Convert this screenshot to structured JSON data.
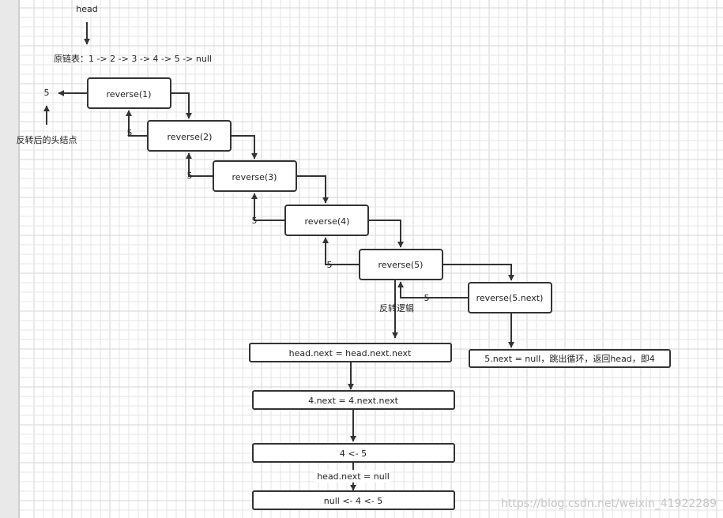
{
  "head_label": "head",
  "original_list": "原链表：1 -> 2 -> 3 -> 4 -> 5 -> null",
  "result_head_value": "5",
  "result_head_caption": "反转后的头结点",
  "calls": [
    "reverse(1)",
    "reverse(2)",
    "reverse(3)",
    "reverse(4)",
    "reverse(5)",
    "reverse(5.next)"
  ],
  "return_values": [
    "5",
    "5",
    "5",
    "5",
    "5"
  ],
  "reverse_logic_label": "反转逻辑",
  "termination_note": "5.next = null，跳出循环，返回head，即4",
  "steps": [
    "head.next = head.next.next",
    "4.next = 4.next.next",
    "4 <- 5",
    "null <- 4 <- 5"
  ],
  "step_edge_label": "head.next = null",
  "watermark": "https://blog.csdn.net/weixin_41922289"
}
